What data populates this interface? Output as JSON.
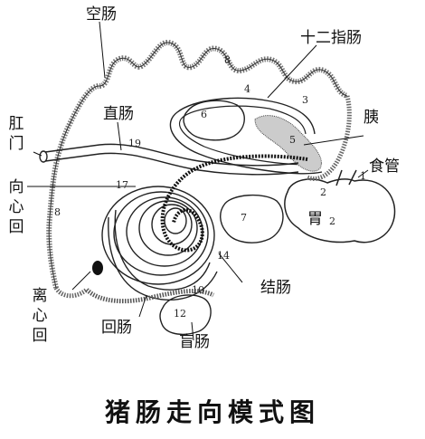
{
  "title": "猪肠走向模式图",
  "labels": {
    "jejunum": "空肠",
    "duodenum": "十二指肠",
    "anus": "肛门",
    "rectum": "直肠",
    "pancreas": "胰",
    "esophagus": "食管",
    "centripetal_turns": "向心回",
    "stomach": "胃",
    "colon": "结肠",
    "centrifugal_turns": "离心回",
    "ileum": "回肠",
    "cecum": "盲肠"
  },
  "numbers": {
    "n1": "1",
    "n2a": "2",
    "n2b": "2",
    "n3": "3",
    "n4": "4",
    "n5": "5",
    "n6": "6",
    "n7": "7",
    "n8a": "8",
    "n8b": "8",
    "n10": "10",
    "n12": "12",
    "n14": "14",
    "n17": "17",
    "n19": "19"
  }
}
